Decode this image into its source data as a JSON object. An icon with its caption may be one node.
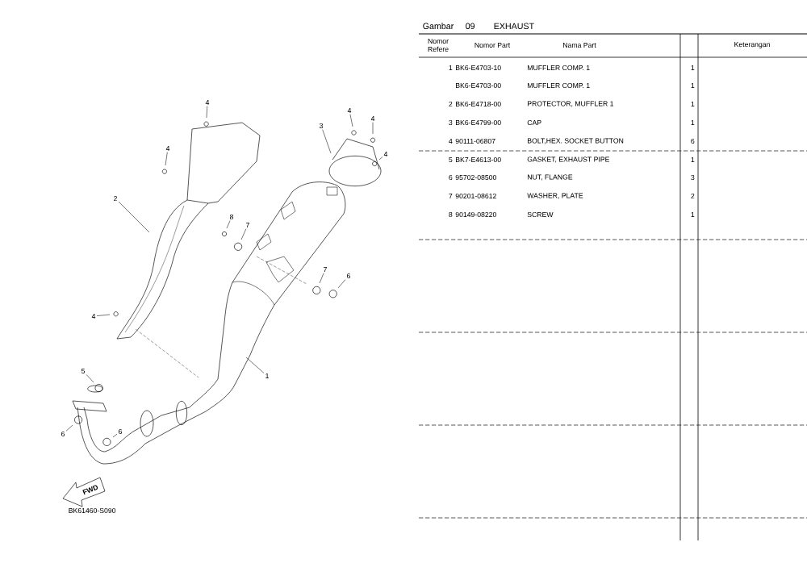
{
  "diagram": {
    "title": "EXHAUST",
    "nodes": [
      {
        "text": [
          "4"
        ]
      },
      {
        "text": [
          "4"
        ]
      },
      {
        "text": [
          "4"
        ]
      },
      {
        "text": [
          "3"
        ]
      },
      {
        "text": [
          "4"
        ]
      },
      {
        "text": [
          "4"
        ]
      },
      {
        "text": [
          "2"
        ]
      },
      {
        "text": [
          "8"
        ]
      },
      {
        "text": [
          "7"
        ]
      },
      {
        "text": [
          "7"
        ]
      },
      {
        "text": [
          "6"
        ]
      },
      {
        "text": [
          "4"
        ]
      },
      {
        "text": [
          "5"
        ]
      },
      {
        "text": [
          "1"
        ]
      },
      {
        "text": [
          "6"
        ]
      },
      {
        "text": [
          "6"
        ]
      }
    ],
    "edges": [
      {
        "from": 0,
        "to": null,
        "arrow": "none"
      },
      {
        "from": 1,
        "to": null,
        "arrow": "none"
      },
      {
        "from": 2,
        "to": null,
        "arrow": "none"
      },
      {
        "from": 3,
        "to": null,
        "arrow": "none"
      },
      {
        "from": 4,
        "to": null,
        "arrow": "none"
      },
      {
        "from": 5,
        "to": null,
        "arrow": "none"
      },
      {
        "from": 6,
        "to": null,
        "arrow": "none"
      },
      {
        "from": 7,
        "to": null,
        "arrow": "none"
      },
      {
        "from": 8,
        "to": null,
        "arrow": "none"
      },
      {
        "from": 9,
        "to": null,
        "arrow": "none"
      },
      {
        "from": 10,
        "to": null,
        "arrow": "none"
      },
      {
        "from": 11,
        "to": null,
        "arrow": "none"
      },
      {
        "from": 12,
        "to": null,
        "arrow": "none"
      },
      {
        "from": 13,
        "to": null,
        "arrow": "none"
      },
      {
        "from": 14,
        "to": null,
        "arrow": "none"
      },
      {
        "from": 15,
        "to": null,
        "arrow": "none"
      }
    ],
    "labels": [
      "Gambar",
      "09",
      "Nomor Refere",
      "Nomor Part",
      "Nama Part",
      "Keterangan",
      "1",
      "BK6-E4703-10",
      "MUFFLER COMP. 1",
      "1",
      "BK6-E4703-00",
      "MUFFLER COMP. 1",
      "1",
      "2",
      "BK6-E4718-00",
      "PROTECTOR, MUFFLER 1",
      "1",
      "3",
      "BK6-E4799-00",
      "CAP",
      "1",
      "4",
      "90111-06807",
      "BOLT,HEX. SOCKET BUTTON",
      "6",
      "5",
      "BK7-E4613-00",
      "GASKET, EXHAUST PIPE",
      "1",
      "6",
      "95702-08500",
      "NUT, FLANGE",
      "3",
      "7",
      "90201-08612",
      "WASHER, PLATE",
      "2",
      "8",
      "90149-08220",
      "SCREW",
      "1",
      "FWD",
      "BK61460-S090"
    ]
  }
}
